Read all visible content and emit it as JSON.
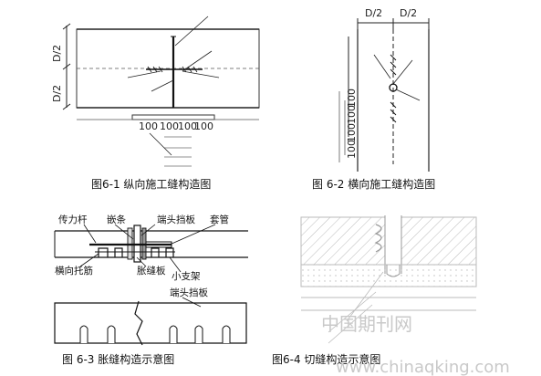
{
  "figures": {
    "fig1": {
      "caption": "图6-1   纵向施工缝构造图",
      "dims": {
        "half_top": "D/2",
        "half_bottom": "D/2",
        "ticks": [
          "100",
          "100",
          "100",
          "100"
        ]
      }
    },
    "fig2": {
      "caption": "图 6-2   横向施工缝构造图",
      "dims": {
        "half_left": "D/2",
        "half_right": "D/2",
        "ticks": [
          "100",
          "100",
          "100",
          "100"
        ]
      }
    },
    "fig3": {
      "caption": "图 6-3   胀缝构造示意图",
      "labels": {
        "dowel": "传力杆",
        "sealer": "嵌条",
        "end_plate_top": "端头挡板",
        "sleeve": "套管",
        "support": "横向托筋",
        "filler": "胀缝板",
        "bracket": "小支架",
        "end_plate_bottom": "端头挡板"
      }
    },
    "fig4": {
      "caption": "图6-4   切缝构造示意图"
    }
  },
  "watermark": {
    "cn": "中国期刊网",
    "url": "www.chinaqking.com"
  }
}
